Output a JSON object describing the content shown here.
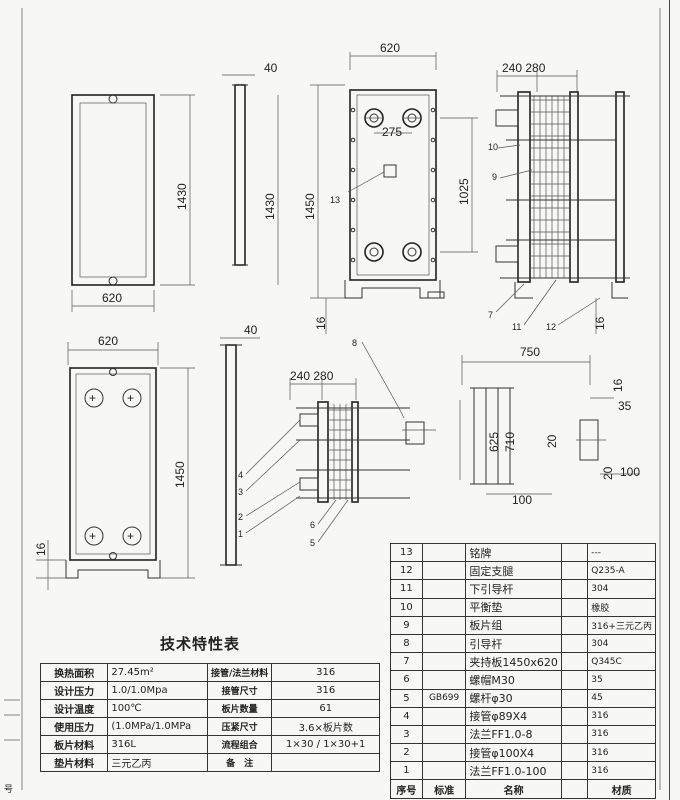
{
  "dimensions": {
    "frame_width": "620",
    "plate_thickness": "40",
    "top_width": "620",
    "hole_spacing": "275",
    "pack_lengths": "240 280",
    "overall_height_a": "1430",
    "overall_height_b": "1450",
    "overall_height_c": "1430",
    "inner_height": "1025",
    "bottom_offset_a": "16",
    "bottom_offset_b": "16",
    "left_width": "620",
    "left_height": "1450",
    "left_offset": "16",
    "side_thickness": "40",
    "pack_lengths_b": "240 280",
    "length_750": "750",
    "height_625": "625",
    "height_710": "710",
    "small_16": "16",
    "small_35": "35",
    "small_20": "20",
    "small_100_right": "100",
    "small_20b": "20",
    "base_100": "100",
    "frame_label_1430": "1430"
  },
  "callouts": {
    "c13": "13",
    "c10": "10",
    "c9": "9",
    "c7": "7",
    "c11": "11",
    "c12": "12",
    "c8": "8",
    "c4": "4",
    "c3": "3",
    "c2": "2",
    "c1": "1",
    "c6": "6",
    "c5": "5"
  },
  "spec_table": {
    "title": "技术特性表",
    "rows": [
      {
        "k": "换热面积",
        "v": "27.45m²",
        "k2": "接管/法兰材料",
        "v2": "316"
      },
      {
        "k": "设计压力",
        "v": "1.0/1.0Mpa",
        "k2": "接管尺寸",
        "v2": "316"
      },
      {
        "k": "设计温度",
        "v": "100℃",
        "k2": "板片数量",
        "v2": "61"
      },
      {
        "k": "使用压力",
        "v": "(1.0MPa/1.0MPa",
        "k2": "压紧尺寸",
        "v2": "3.6×板片数"
      },
      {
        "k": "板片材料",
        "v": "316L",
        "k2": "流程组合",
        "v2": "1×30 / 1×30+1"
      },
      {
        "k": "垫片材料",
        "v": "三元乙丙",
        "k2": "备　注",
        "v2": ""
      }
    ]
  },
  "parts_table": {
    "rows": [
      {
        "no": "13",
        "std": "",
        "name": "铭牌",
        "qty": "",
        "mat": "---"
      },
      {
        "no": "12",
        "std": "",
        "name": "固定支腿",
        "qty": "",
        "mat": "Q235-A"
      },
      {
        "no": "11",
        "std": "",
        "name": "下引导杆",
        "qty": "",
        "mat": "304"
      },
      {
        "no": "10",
        "std": "",
        "name": "平衡垫",
        "qty": "",
        "mat": "橡胶"
      },
      {
        "no": "9",
        "std": "",
        "name": "板片组",
        "qty": "",
        "mat": "316+三元乙丙"
      },
      {
        "no": "8",
        "std": "",
        "name": "引导杆",
        "qty": "",
        "mat": "304"
      },
      {
        "no": "7",
        "std": "",
        "name": "夹持板1450x620",
        "qty": "",
        "mat": "Q345C"
      },
      {
        "no": "6",
        "std": "",
        "name": "螺帽M30",
        "qty": "",
        "mat": "35"
      },
      {
        "no": "5",
        "std": "GB699",
        "name": "螺杆φ30",
        "qty": "",
        "mat": "45"
      },
      {
        "no": "4",
        "std": "",
        "name": "接管φ89X4",
        "qty": "",
        "mat": "316"
      },
      {
        "no": "3",
        "std": "",
        "name": "法兰FF1.0-8",
        "qty": "",
        "mat": "316"
      },
      {
        "no": "2",
        "std": "",
        "name": "接管φ100X4",
        "qty": "",
        "mat": "316"
      },
      {
        "no": "1",
        "std": "",
        "name": "法兰FF1.0-100",
        "qty": "",
        "mat": "316"
      }
    ],
    "header": {
      "no": "序号",
      "std": "标准",
      "name": "名称",
      "qty": "",
      "mat": "材质"
    }
  },
  "margin_mark": "号"
}
